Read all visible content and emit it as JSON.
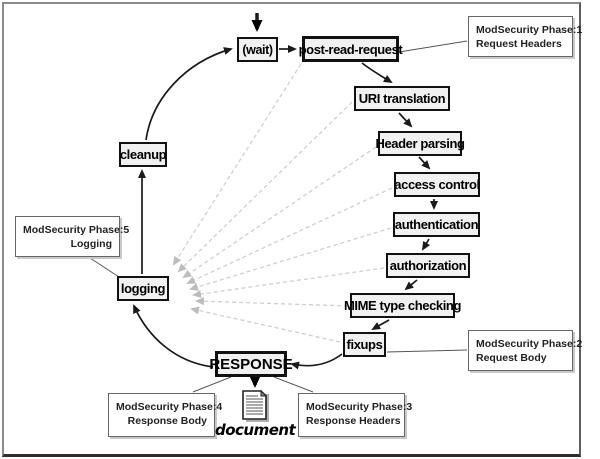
{
  "diagram": {
    "title_hint": "Apache request cycle with ModSecurity phases",
    "nodes": {
      "wait": "(wait)",
      "post_read_request": "post-read-request",
      "uri_translation": "URI translation",
      "header_parsing": "Header parsing",
      "access_control": "access control",
      "authentication": "authentication",
      "authorization": "authorization",
      "mime_type_checking": "MIME type checking",
      "fixups": "fixups",
      "response": "RESPONSE",
      "logging": "logging",
      "cleanup": "cleanup"
    },
    "callouts": {
      "phase1": {
        "line1": "ModSecurity Phase:1",
        "line2": "Request Headers"
      },
      "phase2": {
        "line1": "ModSecurity Phase:2",
        "line2": "Request Body"
      },
      "phase3": {
        "line1": "ModSecurity Phase:3",
        "line2": "Response Headers"
      },
      "phase4": {
        "line1": "ModSecurity Phase:4",
        "line2": "Response Body"
      },
      "phase5": {
        "line1": "ModSecurity Phase:5",
        "line2": "Logging"
      }
    },
    "document_label": "document",
    "colors": {
      "node_fill": "#f1f1f1",
      "node_border": "#111111",
      "solid_arrow": "#1a1a1a",
      "dashed_arrow": "#c9c9c9",
      "callout_border": "#666666",
      "frame": "#5c5c5c"
    }
  }
}
